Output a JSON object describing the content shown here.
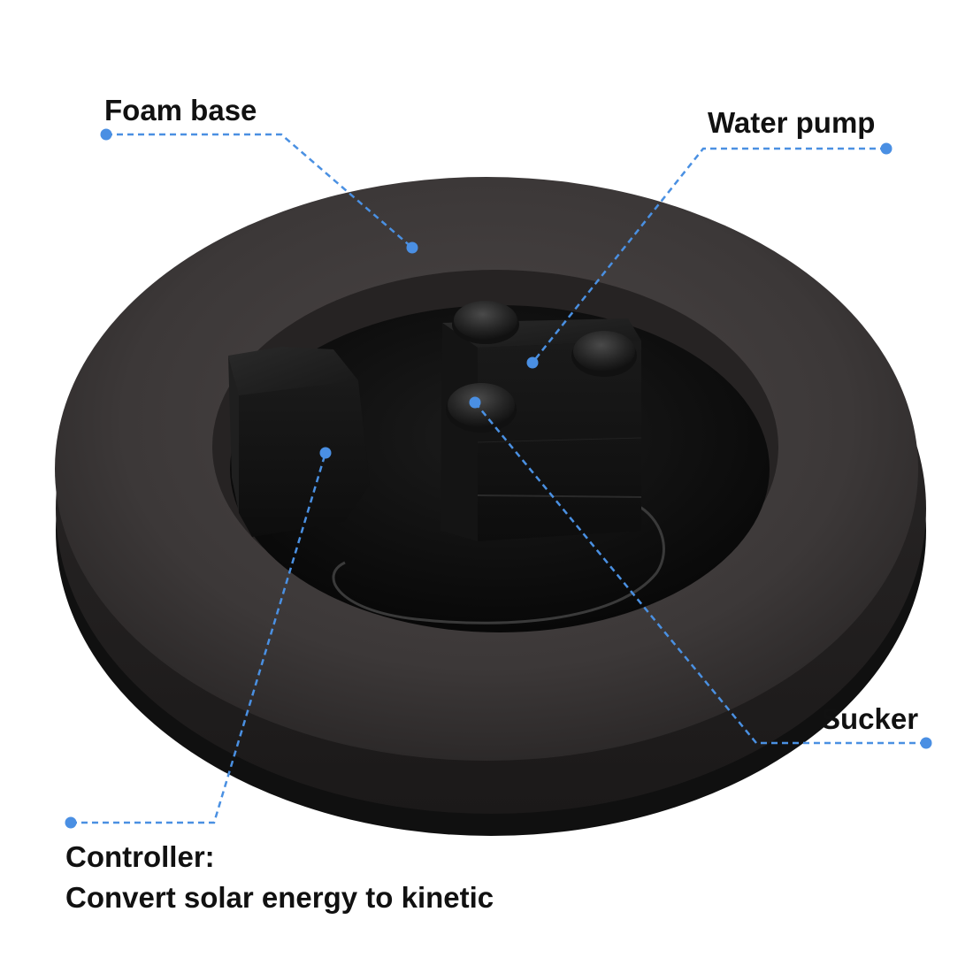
{
  "colors": {
    "background": "#ffffff",
    "leader_line": "#4a90e2",
    "dot": "#4a8fe3",
    "label_text": "#111111",
    "foam_ring": "#3d3939",
    "foam_edge": "#2b2828",
    "cavity": "#121212",
    "plastic": "#171717"
  },
  "labels": {
    "foam_base": "Foam base",
    "water_pump": "Water pump",
    "sucker": "Sucker",
    "controller_title": "Controller:",
    "controller_desc": "Convert solar energy to kinetic"
  },
  "parts": [
    {
      "name": "foam-base",
      "label_key": "foam_base"
    },
    {
      "name": "water-pump",
      "label_key": "water_pump"
    },
    {
      "name": "sucker",
      "label_key": "sucker"
    },
    {
      "name": "controller",
      "label_key": "controller_title"
    }
  ]
}
